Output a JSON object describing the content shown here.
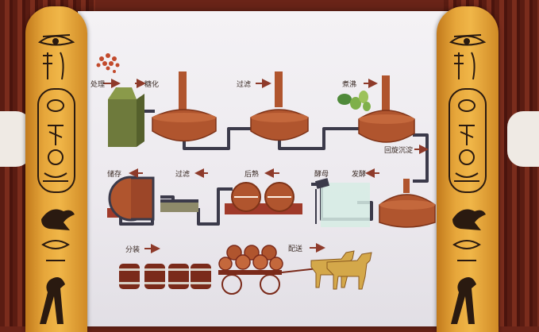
{
  "steps": {
    "milling_partial": "处理",
    "mashing": "糖化",
    "lautering": "过滤",
    "boiling": "煮沸",
    "whirlpool": "回旋沉淀",
    "fermentation": "发酵",
    "yeast": "酵母",
    "maturation": "后熟",
    "filtration": "过滤",
    "storage": "储存",
    "packaging": "分装",
    "delivery": "配送"
  },
  "colors": {
    "kettle": "#b0552e",
    "kettle_dark": "#7e3318",
    "pipe": "#3b3a4a",
    "arrow": "#8e3a2a",
    "pillar": "#e6a63a",
    "board": "#f0eef2",
    "hops": "#4f8a3a",
    "malt_box": "#6e7a3c",
    "horse": "#d4a84a"
  },
  "icons": {
    "malt": "malt-grain-icon",
    "hops": "hops-icon",
    "yeast": "yeast-tag-icon",
    "horse": "horse-icon",
    "eye": "eye-of-horus-icon",
    "bird": "bird-hieroglyph-icon"
  }
}
